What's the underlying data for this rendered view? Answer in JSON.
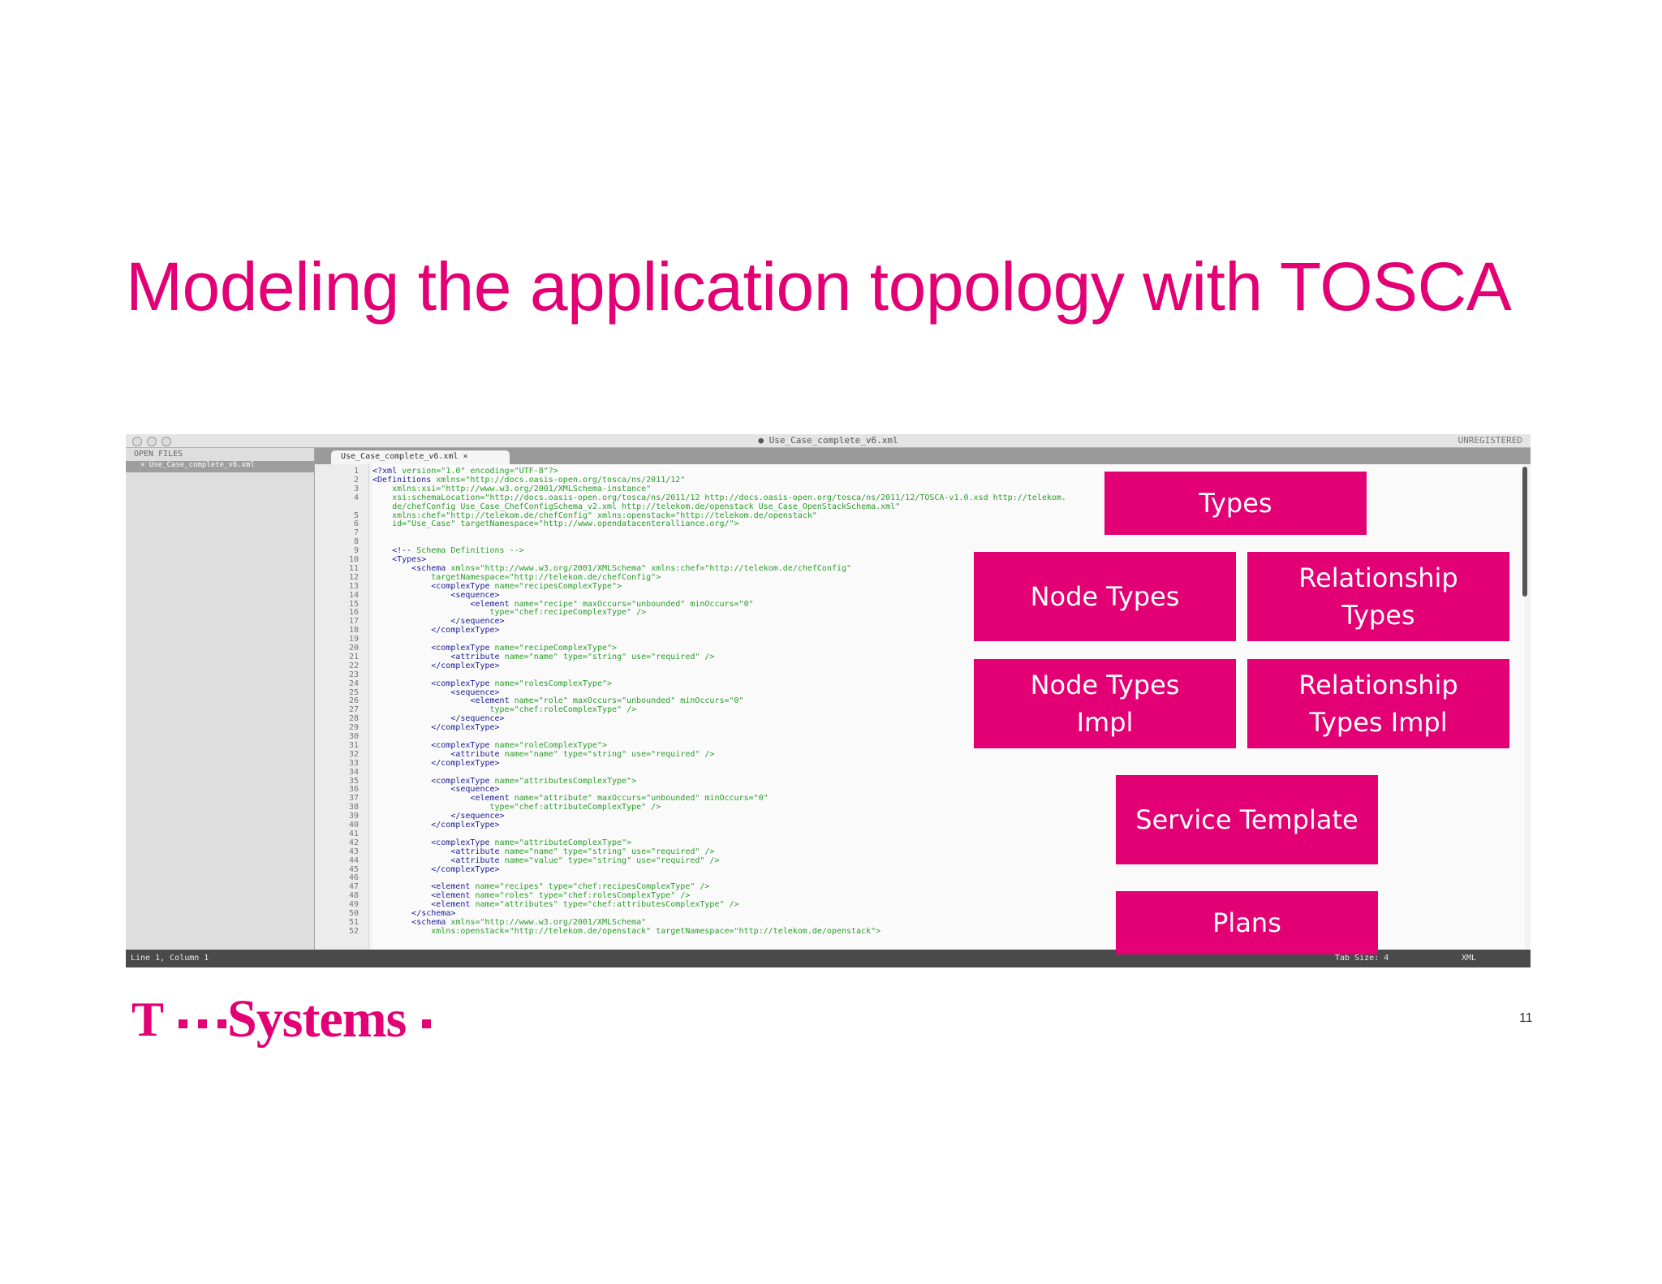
{
  "slide": {
    "title": "Modeling the application topology with TOSCA",
    "page_number": "11",
    "accent_color": "#e20074"
  },
  "editor": {
    "window_title": "● Use_Case_complete_v6.xml",
    "unregistered_label": "UNREGISTERED",
    "sidebar_header": "OPEN FILES",
    "sidebar_file": "× Use_Case_complete_v6.xml",
    "tab_label": "Use_Case_complete_v6.xml ×",
    "status_left": "Line 1, Column 1",
    "status_tab": "Tab Size: 4",
    "status_syntax": "XML",
    "line_numbers": [
      "1",
      "2",
      "3",
      "4",
      "",
      "5",
      "6",
      "7",
      "8",
      "9",
      "10",
      "11",
      "12",
      "13",
      "14",
      "15",
      "16",
      "17",
      "18",
      "19",
      "20",
      "21",
      "22",
      "23",
      "24",
      "25",
      "26",
      "27",
      "28",
      "29",
      "30",
      "31",
      "32",
      "33",
      "34",
      "35",
      "36",
      "37",
      "38",
      "39",
      "40",
      "41",
      "42",
      "43",
      "44",
      "45",
      "46",
      "47",
      "48",
      "49",
      "50",
      "51",
      "52"
    ],
    "code_lines": [
      {
        "indent": "",
        "tag": "<?xml",
        "attrs": " version=\"1.0\" encoding=\"UTF-8\"?>"
      },
      {
        "indent": "",
        "tag": "<Definitions",
        "attrs": " xmlns=\"http://docs.oasis-open.org/tosca/ns/2011/12\""
      },
      {
        "indent": "    ",
        "tag": "",
        "attrs": "xmlns:xsi=\"http://www.w3.org/2001/XMLSchema-instance\""
      },
      {
        "indent": "    ",
        "tag": "",
        "attrs": "xsi:schemaLocation=\"http://docs.oasis-open.org/tosca/ns/2011/12 http://docs.oasis-open.org/tosca/ns/2011/12/TOSCA-v1.0.xsd http://telekom."
      },
      {
        "indent": "    ",
        "tag": "",
        "attrs": "de/chefConfig Use_Case_ChefConfigSchema_v2.xml http://telekom.de/openstack Use_Case_OpenStackSchema.xml\""
      },
      {
        "indent": "    ",
        "tag": "",
        "attrs": "xmlns:chef=\"http://telekom.de/chefConfig\" xmlns:openstack=\"http://telekom.de/openstack\""
      },
      {
        "indent": "    ",
        "tag": "",
        "attrs": "id=\"Use_Case\" targetNamespace=\"http://www.opendatacenteralliance.org/\">"
      },
      {
        "indent": "",
        "tag": "",
        "attrs": ""
      },
      {
        "indent": "",
        "tag": "",
        "attrs": ""
      },
      {
        "indent": "    ",
        "tag": "<!--",
        "attrs": " Schema Definitions -->"
      },
      {
        "indent": "    ",
        "tag": "<Types>",
        "attrs": ""
      },
      {
        "indent": "        ",
        "tag": "<schema",
        "attrs": " xmlns=\"http://www.w3.org/2001/XMLSchema\" xmlns:chef=\"http://telekom.de/chefConfig\""
      },
      {
        "indent": "            ",
        "tag": "",
        "attrs": "targetNamespace=\"http://telekom.de/chefConfig\">"
      },
      {
        "indent": "            ",
        "tag": "<complexType",
        "attrs": " name=\"recipesComplexType\">"
      },
      {
        "indent": "                ",
        "tag": "<sequence>",
        "attrs": ""
      },
      {
        "indent": "                    ",
        "tag": "<element",
        "attrs": " name=\"recipe\" maxOccurs=\"unbounded\" minOccurs=\"0\""
      },
      {
        "indent": "                        ",
        "tag": "",
        "attrs": "type=\"chef:recipeComplexType\" />"
      },
      {
        "indent": "                ",
        "tag": "</sequence>",
        "attrs": ""
      },
      {
        "indent": "            ",
        "tag": "</complexType>",
        "attrs": ""
      },
      {
        "indent": "",
        "tag": "",
        "attrs": ""
      },
      {
        "indent": "            ",
        "tag": "<complexType",
        "attrs": " name=\"recipeComplexType\">"
      },
      {
        "indent": "                ",
        "tag": "<attribute",
        "attrs": " name=\"name\" type=\"string\" use=\"required\" />"
      },
      {
        "indent": "            ",
        "tag": "</complexType>",
        "attrs": ""
      },
      {
        "indent": "",
        "tag": "",
        "attrs": ""
      },
      {
        "indent": "            ",
        "tag": "<complexType",
        "attrs": " name=\"rolesComplexType\">"
      },
      {
        "indent": "                ",
        "tag": "<sequence>",
        "attrs": ""
      },
      {
        "indent": "                    ",
        "tag": "<element",
        "attrs": " name=\"role\" maxOccurs=\"unbounded\" minOccurs=\"0\""
      },
      {
        "indent": "                        ",
        "tag": "",
        "attrs": "type=\"chef:roleComplexType\" />"
      },
      {
        "indent": "                ",
        "tag": "</sequence>",
        "attrs": ""
      },
      {
        "indent": "            ",
        "tag": "</complexType>",
        "attrs": ""
      },
      {
        "indent": "",
        "tag": "",
        "attrs": ""
      },
      {
        "indent": "            ",
        "tag": "<complexType",
        "attrs": " name=\"roleComplexType\">"
      },
      {
        "indent": "                ",
        "tag": "<attribute",
        "attrs": " name=\"name\" type=\"string\" use=\"required\" />"
      },
      {
        "indent": "            ",
        "tag": "</complexType>",
        "attrs": ""
      },
      {
        "indent": "",
        "tag": "",
        "attrs": ""
      },
      {
        "indent": "            ",
        "tag": "<complexType",
        "attrs": " name=\"attributesComplexType\">"
      },
      {
        "indent": "                ",
        "tag": "<sequence>",
        "attrs": ""
      },
      {
        "indent": "                    ",
        "tag": "<element",
        "attrs": " name=\"attribute\" maxOccurs=\"unbounded\" minOccurs=\"0\""
      },
      {
        "indent": "                        ",
        "tag": "",
        "attrs": "type=\"chef:attributeComplexType\" />"
      },
      {
        "indent": "                ",
        "tag": "</sequence>",
        "attrs": ""
      },
      {
        "indent": "            ",
        "tag": "</complexType>",
        "attrs": ""
      },
      {
        "indent": "",
        "tag": "",
        "attrs": ""
      },
      {
        "indent": "            ",
        "tag": "<complexType",
        "attrs": " name=\"attributeComplexType\">"
      },
      {
        "indent": "                ",
        "tag": "<attribute",
        "attrs": " name=\"name\" type=\"string\" use=\"required\" />"
      },
      {
        "indent": "                ",
        "tag": "<attribute",
        "attrs": " name=\"value\" type=\"string\" use=\"required\" />"
      },
      {
        "indent": "            ",
        "tag": "</complexType>",
        "attrs": ""
      },
      {
        "indent": "",
        "tag": "",
        "attrs": ""
      },
      {
        "indent": "            ",
        "tag": "<element",
        "attrs": " name=\"recipes\" type=\"chef:recipesComplexType\" />"
      },
      {
        "indent": "            ",
        "tag": "<element",
        "attrs": " name=\"roles\" type=\"chef:rolesComplexType\" />"
      },
      {
        "indent": "            ",
        "tag": "<element",
        "attrs": " name=\"attributes\" type=\"chef:attributesComplexType\" />"
      },
      {
        "indent": "        ",
        "tag": "</schema>",
        "attrs": ""
      },
      {
        "indent": "        ",
        "tag": "<schema",
        "attrs": " xmlns=\"http://www.w3.org/2001/XMLSchema\""
      },
      {
        "indent": "            ",
        "tag": "",
        "attrs": "xmlns:openstack=\"http://telekom.de/openstack\" targetNamespace=\"http://telekom.de/openstack\">"
      }
    ]
  },
  "overlay_boxes": {
    "types": "Types",
    "node_types": "Node Types",
    "relationship_types_1": "Relationship",
    "relationship_types_2": "Types",
    "node_types_impl_1": "Node Types",
    "node_types_impl_2": "Impl",
    "relationship_types_impl_1": "Relationship",
    "relationship_types_impl_2": "Types Impl",
    "service_template": "Service Template",
    "plans": "Plans"
  },
  "logo": {
    "name": "T · · Systems·",
    "t_letter": "T",
    "wordmark": "Systems"
  }
}
